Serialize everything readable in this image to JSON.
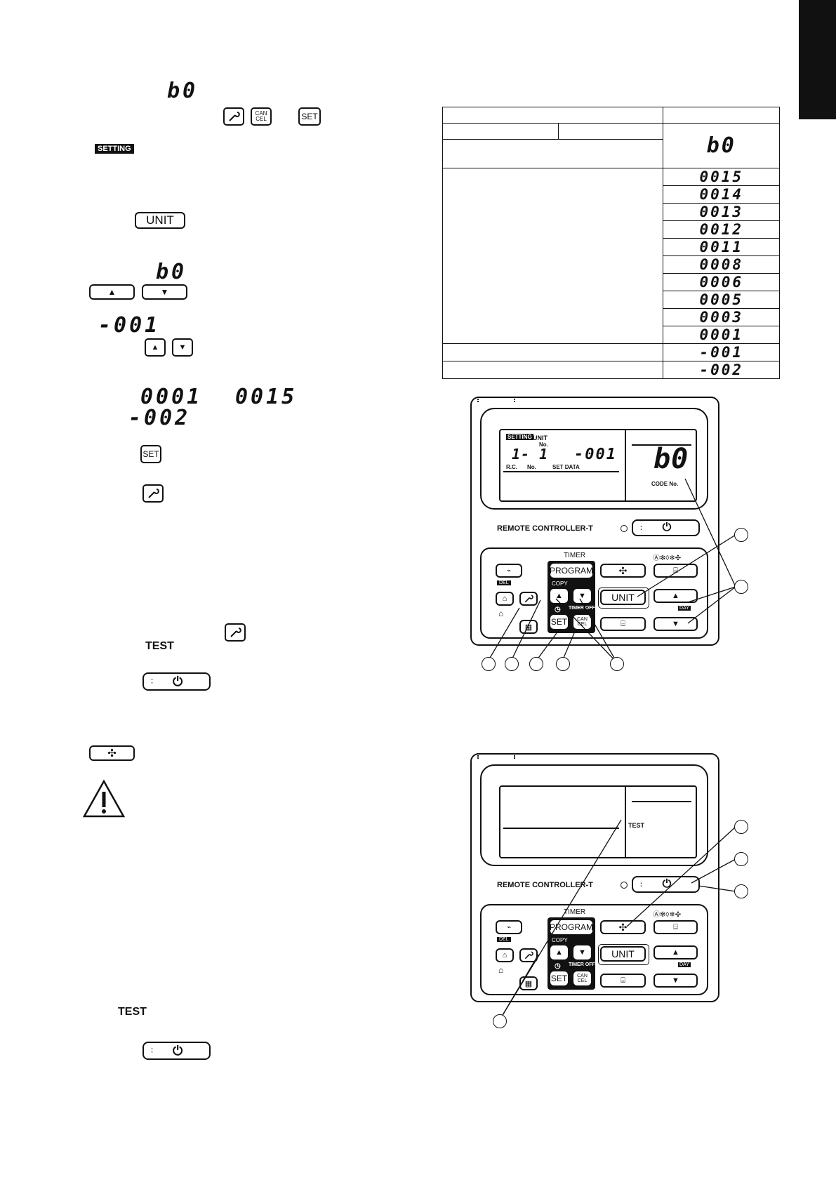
{
  "left": {
    "code_b0": "b0",
    "btn_cancel": "CAN CEL",
    "btn_set": "SET",
    "setting_badge": "SETTING",
    "btn_unit": "UNIT",
    "code_b0_2": "b0",
    "val_m001": "-001",
    "val_0001": "0001",
    "val_0015": "0015",
    "val_m002": "-002",
    "btn_set_2": "SET",
    "test_label": "TEST",
    "test_label_2": "TEST"
  },
  "table": {
    "header_code": "b0",
    "codes": [
      "0015",
      "0014",
      "0013",
      "0012",
      "0011",
      "0008",
      "0006",
      "0005",
      "0003",
      "0001"
    ],
    "code_m001": "-001",
    "code_m002": "-002"
  },
  "remote1": {
    "setting": "SETTING",
    "unit": "UNIT",
    "no": "No.",
    "unit_num": "1- 1",
    "set_value": "-001",
    "rc": "R.C.",
    "no2": "No.",
    "set_data": "SET DATA",
    "code_value": "b0",
    "code_no": "CODE No.",
    "brand": "REMOTE CONTROLLER-T",
    "timer": "TIMER",
    "program": "PROGRAM",
    "copy": "COPY",
    "del": "DEL",
    "unit_btn": "UNIT",
    "day": "DAY",
    "timer_off": "TIMER OFF",
    "set_btn": "SET",
    "cancel_btn": "CAN CEL"
  },
  "remote2": {
    "test": "TEST",
    "brand": "REMOTE CONTROLLER-T",
    "timer": "TIMER",
    "program": "PROGRAM",
    "copy": "COPY",
    "del": "DEL",
    "unit_btn": "UNIT",
    "day": "DAY",
    "timer_off": "TIMER OFF",
    "set_btn": "SET",
    "cancel_btn": "CAN CEL"
  }
}
